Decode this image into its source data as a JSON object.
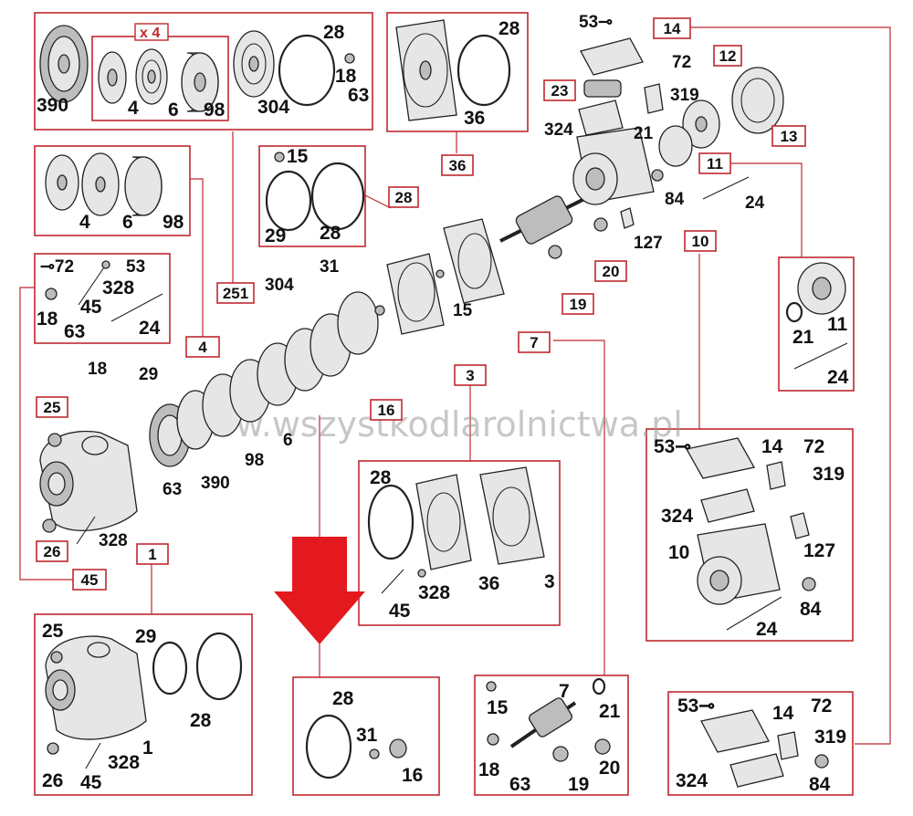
{
  "watermark": "www.wszystkodlarolnictwa.pl",
  "multiplier": "x 4",
  "colors": {
    "frame": "#c0282f",
    "arrow": "#e3191f",
    "ink": "#111111"
  },
  "icons": {
    "main_arrow": "down-arrow-icon"
  },
  "labels": {
    "p390": "390",
    "p4": "4",
    "p6": "6",
    "p98": "98",
    "p304": "304",
    "p28": "28",
    "p18": "18",
    "p63": "63",
    "p36": "36",
    "p53": "53",
    "p14": "14",
    "p72": "72",
    "p12": "12",
    "p23": "23",
    "p319": "319",
    "p324": "324",
    "p21": "21",
    "p13": "13",
    "p11": "11",
    "p84": "84",
    "p24": "24",
    "p15": "15",
    "p29": "29",
    "p127": "127",
    "p10": "10",
    "p20": "20",
    "p19": "19",
    "p45": "45",
    "p328": "328",
    "p251": "251",
    "p31": "31",
    "p7": "7",
    "p3": "3",
    "p16": "16",
    "p25": "25",
    "p1": "1",
    "p26": "26"
  }
}
